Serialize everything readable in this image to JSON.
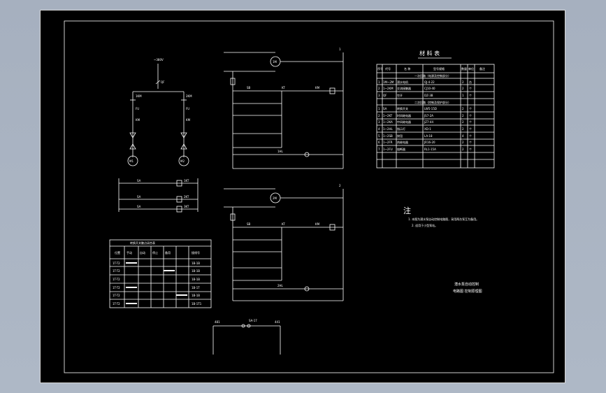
{
  "colors": {
    "background": "#a9b3c2",
    "sheet": "#000000",
    "ink": "#ffffff"
  },
  "supply": {
    "voltage": "~380V",
    "breaker": "QF"
  },
  "motors": {
    "m1": "M1",
    "m2": "M2"
  },
  "circuit": {
    "main_contacts": [
      "1KM",
      "2KM"
    ],
    "relays": [
      "1KT",
      "2KT",
      "3KT"
    ],
    "pump_motor_1": "1M",
    "pump_motor_2": "2M",
    "hl_1": "1HL",
    "hl_2": "2HL",
    "sa": "SA",
    "kt": "KT",
    "sb": "SB",
    "fu": "FU",
    "km_coil": "KM",
    "circuit_label_top": "1",
    "circuit_label_bottom": "2"
  },
  "selector_panel": {
    "left": "481",
    "right": "441",
    "switch": "SA-17"
  },
  "switch_table": {
    "title": "转换开关触点闭合表",
    "headers": [
      "位置",
      "手动",
      "自动",
      "停止",
      "备用",
      "接线号"
    ],
    "rows": [
      {
        "pos": "1T-T2",
        "wire": "1B-1B"
      },
      {
        "pos": "1T-T2",
        "wire": "1B-1B"
      },
      {
        "pos": "1T-T2",
        "wire": "1B-1B"
      },
      {
        "pos": "1T-T2",
        "wire": "1B-1T"
      },
      {
        "pos": "1T-T2",
        "wire": "1B-1B"
      },
      {
        "pos": "1T-T2",
        "wire": "1B-1T1"
      }
    ]
  },
  "materials": {
    "title": "材 料 表",
    "headers": [
      "序号",
      "代号",
      "名 称",
      "型号规格",
      "数量",
      "单位",
      "备注"
    ],
    "section1": "一次回路（电源及控制部分）",
    "section2": "二次回路（控制及保护部分）",
    "rows1": [
      {
        "n": "1",
        "code": "1M~2M",
        "name": "潜水电机",
        "spec": "QJ-4-22",
        "qty": "2",
        "unit": "台"
      },
      {
        "n": "2",
        "code": "1~2KM",
        "name": "交流接触器",
        "spec": "CJ10-40",
        "qty": "2",
        "unit": "个"
      },
      {
        "n": "3",
        "code": "QF",
        "name": "空开",
        "spec": "DZ-3B",
        "qty": "1",
        "unit": "个"
      }
    ],
    "rows2": [
      {
        "n": "1",
        "code": "SA",
        "name": "转换开关",
        "spec": "LW5-15D",
        "qty": "2",
        "unit": "个"
      },
      {
        "n": "2",
        "code": "1~2KT",
        "name": "时间继电器",
        "spec": "JS7-2A",
        "qty": "2",
        "unit": "个"
      },
      {
        "n": "3",
        "code": "1~2KA",
        "name": "中间继电器",
        "spec": "JZ7-44",
        "qty": "2",
        "unit": "个"
      },
      {
        "n": "4",
        "code": "1~2HL",
        "name": "指示灯",
        "spec": "XD-1",
        "qty": "2",
        "unit": "个"
      },
      {
        "n": "5",
        "code": "1~2SB",
        "name": "按钮",
        "spec": "LA-18",
        "qty": "4",
        "unit": "个"
      },
      {
        "n": "6",
        "code": "1~2FR",
        "name": "热继电器",
        "spec": "JR16-20",
        "qty": "2",
        "unit": "个"
      },
      {
        "n": "7",
        "code": "1~2FU",
        "name": "熔断器",
        "spec": "RL1-15A",
        "qty": "2",
        "unit": "个"
      }
    ]
  },
  "notes": {
    "heading": "注",
    "line1": "1. 本图为潜水泵自动控制电路图，采用两台泵互为备用。",
    "line2": "2. 适用于小型泵站。"
  },
  "title_block": {
    "line1": "潜水泵自动控制",
    "line2": "电路图 控制原理图"
  }
}
